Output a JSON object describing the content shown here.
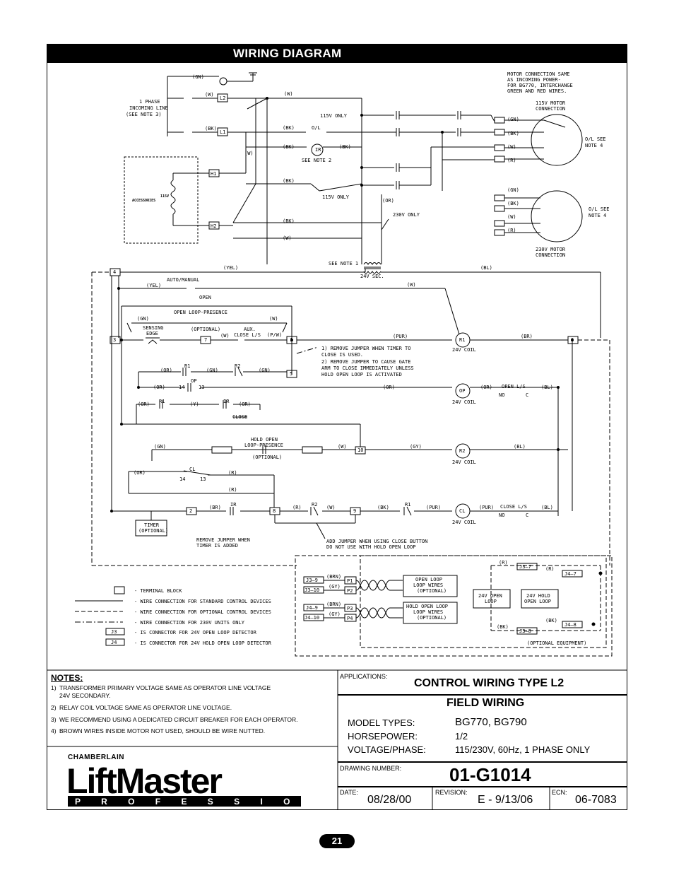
{
  "header": {
    "title": "WIRING DIAGRAM"
  },
  "diagram": {
    "incoming": [
      "1 PHASE",
      "INCOMING LINE",
      "(SEE NOTE 3)"
    ],
    "gn_top": "(GN)",
    "w_label": "(W)",
    "bk_label": "(BK)",
    "terminals": {
      "l2": "L2",
      "l1": "L1",
      "h1": "H1",
      "h2": "H2"
    },
    "accessories": [
      "115V",
      "ACCESSORIES"
    ],
    "v115_only": "115V ONLY",
    "v230_only": "230V ONLY",
    "ol": "O/L",
    "ir": "IR",
    "see_note_2": "SEE NOTE 2",
    "see_note_1": "SEE NOTE 1",
    "sec24": "24V SEC.",
    "motor_note": [
      "MOTOR CONNECTION SAME",
      "AS INCOMING POWER-",
      "FOR BG770, INTERCHANGE",
      "GREEN AND RED WIRES."
    ],
    "motor115": [
      "115V MOTOR",
      "CONNECTION"
    ],
    "motor230": [
      "230V MOTOR",
      "CONNECTION"
    ],
    "ol_see_note4": [
      "O/L SEE",
      "NOTE 4"
    ],
    "wire_colors": {
      "gn": "(GN)",
      "bk": "(BK)",
      "w": "(W)",
      "r": "(R)",
      "yel": "(YEL)",
      "bl": "(BL)",
      "pur": "(PUR)",
      "br": "(BR)",
      "or": "(OR)",
      "y": "(Y)",
      "gy": "(GY)",
      "p_w": "(P/W)",
      "brn": "(BRN)"
    },
    "auto_manual": "AUTO/MANUAL",
    "open": "OPEN",
    "open_loop_presence": "OPEN LOOP-PRESENCE",
    "optional": "(OPTIONAL)",
    "sensing_edge": [
      "SENSING",
      "EDGE"
    ],
    "aux_close": [
      "AUX.",
      "CLOSE L/S"
    ],
    "coil24": "24V COIL",
    "jumper_notes": [
      "1)  REMOVE JUMPER WHEN TIMER TO",
      "     CLOSE IS USED.",
      "2)  REMOVE JUMPER TO CAUSE GATE",
      "     ARM TO CLOSE IMMEDIATELY UNLESS",
      "     HOLD OPEN LOOP IS ACTIVATED"
    ],
    "open_ls": "OPEN  L/S",
    "close_ls": "CLOSE  L/S",
    "no": "NO",
    "c": "C",
    "close": "CLOSE",
    "hold_open": [
      "HOLD OPEN",
      "LOOP-PRESENCE"
    ],
    "timer": [
      "TIMER",
      "(OPTIONAL)"
    ],
    "remove_jumper_timer": [
      "REMOVE JUMPER WHEN",
      "TIMER IS ADDED"
    ],
    "add_jumper": [
      "ADD JUMPER WHEN USING CLOSE BUTTON",
      "DO NOT USE WITH HOLD OPEN LOOP"
    ],
    "legend": [
      "-  TERMINAL BLOCK",
      "-  WIRE CONNECTION  FOR  STANDARD  CONTROL  DEVICES",
      "-  WIRE CONNECTION  FOR  OPTIONAL  CONTROL  DEVICES",
      "-  WIRE CONNECTION  FOR  230V  UNITS  ONLY",
      "-  IS  CONNECTOR  FOR  24V  OPEN  LOOP  DETECTOR",
      "-  IS  CONNECTOR  FOR  24V  HOLD  OPEN  LOOP  DETECTOR"
    ],
    "legend_j3": "J3",
    "legend_j4": "J4",
    "loop_wires_open": [
      "OPEN  LOOP",
      "LOOP  WIRES",
      "(OPTIONAL)"
    ],
    "loop_wires_hold": [
      "HOLD OPEN  LOOP",
      "LOOP  WIRES",
      "(OPTIONAL)"
    ],
    "open_loop24": [
      "24V OPEN",
      "LOOP"
    ],
    "hold_loop24": [
      "24V HOLD",
      "OPEN  LOOP"
    ],
    "optional_equipment": "(OPTIONAL  EQUIPMENT)"
  },
  "notes": {
    "heading": "NOTES:",
    "items": [
      {
        "num": "1)",
        "text": "TRANSFORMER PRIMARY VOLTAGE SAME AS OPERATOR LINE VOLTAGE",
        "text2": "24V SECONDARY."
      },
      {
        "num": "2)",
        "text": "RELAY COIL VOLTAGE SAME AS OPERATOR LINE VOLTAGE."
      },
      {
        "num": "3)",
        "text": "WE RECOMMEND USING A DEDICATED CIRCUIT BREAKER FOR EACH OPERATOR."
      },
      {
        "num": "4)",
        "text": "BROWN WIRES INSIDE MOTOR NOT USED, SHOULD BE WIRE NUTTED."
      }
    ]
  },
  "title_block": {
    "applications_label": "APPLICATIONS:",
    "control_wiring": "CONTROL WIRING TYPE L2",
    "field_wiring": "FIELD WIRING",
    "model_types_label": "MODEL TYPES:",
    "model_types_value": "BG770, BG790",
    "horsepower_label": "HORSEPOWER:",
    "horsepower_value": "1/2",
    "voltage_label": "VOLTAGE/PHASE:",
    "voltage_value": "115/230V, 60Hz, 1 PHASE ONLY",
    "drawing_number_label": "DRAWING NUMBER:",
    "drawing_number": "01-G1014",
    "date_label": "DATE:",
    "date_value": "08/28/00",
    "revision_label": "REVISION:",
    "revision_value": "E - 9/13/06",
    "ecn_label": "ECN:",
    "ecn_value": "06-7083"
  },
  "logo": {
    "maker": "CHAMBERLAIN",
    "brand": "LiftMaster",
    "tagline": "P R O F E S S I O N A L"
  },
  "page_number": "21"
}
